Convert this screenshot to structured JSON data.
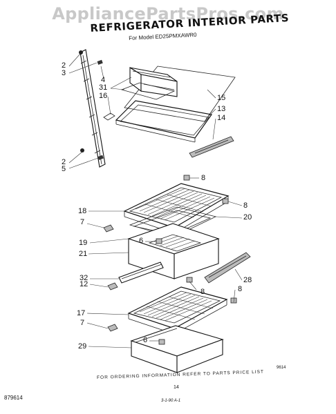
{
  "watermark": "AppliancePartsPros.com",
  "title": "REFRIGERATOR INTERIOR PARTS",
  "model": "For Model ED25PMXAWR0",
  "callouts": {
    "c2a": "2",
    "c3": "3",
    "c4": "4",
    "c31": "31",
    "c16": "16",
    "c15": "15",
    "c13": "13",
    "c14": "14",
    "c2b": "2",
    "c5": "5",
    "c8a": "8",
    "c18": "18",
    "c8b": "8",
    "c7a": "7",
    "c20": "20",
    "c6a": "6",
    "c19": "19",
    "c21": "21",
    "c32": "32",
    "c12": "12",
    "c8c": "8",
    "c28": "28",
    "c8d": "8",
    "c17": "17",
    "c7b": "7",
    "c6b": "6",
    "c29": "29"
  },
  "footer": {
    "instruction": "FOR ORDERING INFORMATION REFER TO PARTS PRICE LIST",
    "page": "14",
    "code_right": "9614",
    "code_left": "879614",
    "date_mark": "3-1-90 A-1"
  }
}
